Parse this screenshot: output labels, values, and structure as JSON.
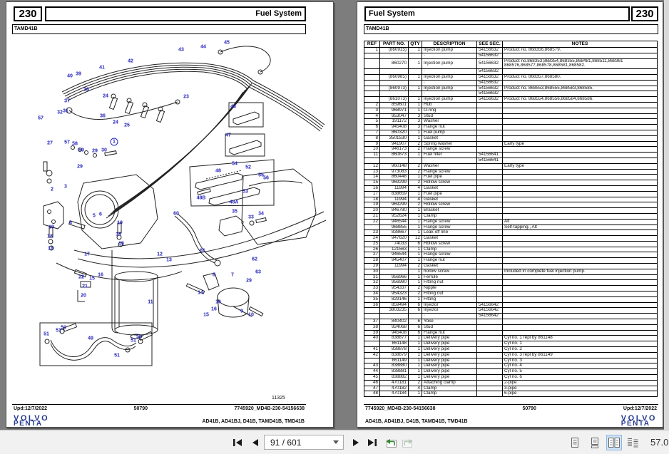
{
  "colors": {
    "canvas_bg": "#7d7d7d",
    "page_bg": "#ffffff",
    "toolbar_bg": "#f1f1f1",
    "link_blue": "#2424bd",
    "logo_blue": "#24388c",
    "active_view_bg": "#cfe4f8"
  },
  "left_page": {
    "page_number": "230",
    "section_title": "Fuel System",
    "model": "TAMD41B",
    "figure_number": "11325",
    "footer_left": "Upd:12/7/2022",
    "footer_center": "50790",
    "footer_right": "7745920_MD4B-230-54156638",
    "models_line": "AD41B, AD41BJ, D41B, TAMD41B, TMD41B",
    "logo_line1": "VOLVO",
    "logo_line2": "PENTA",
    "diagram_labels": [
      [
        "42",
        174,
        35
      ],
      [
        "41",
        134,
        44
      ],
      [
        "40",
        89,
        56
      ],
      [
        "39",
        101,
        53
      ],
      [
        "38",
        112,
        75
      ],
      [
        "37",
        85,
        91
      ],
      [
        "24",
        139,
        84
      ],
      [
        "36",
        135,
        112
      ],
      [
        "32",
        75,
        107
      ],
      [
        "31",
        83,
        105
      ],
      [
        "57",
        48,
        115
      ],
      [
        "24",
        153,
        121
      ],
      [
        "25",
        169,
        125
      ],
      [
        "27",
        61,
        150
      ],
      [
        "57",
        85,
        149
      ],
      [
        "58",
        96,
        151
      ],
      [
        "1",
        151,
        148,
        "circle"
      ],
      [
        "59",
        105,
        160
      ],
      [
        "29",
        124,
        161
      ],
      [
        "30",
        137,
        160
      ],
      [
        "29",
        103,
        183
      ],
      [
        "2",
        64,
        215
      ],
      [
        "3",
        83,
        211
      ],
      [
        "4",
        90,
        262
      ],
      [
        "5",
        123,
        252
      ],
      [
        "6",
        132,
        250
      ],
      [
        "19",
        63,
        268
      ],
      [
        "18",
        61,
        281
      ],
      [
        "18",
        62,
        298
      ],
      [
        "17",
        113,
        306
      ],
      [
        "19",
        159,
        262
      ],
      [
        "18",
        157,
        278
      ],
      [
        "18",
        161,
        291
      ],
      [
        "12",
        215,
        306
      ],
      [
        "22",
        105,
        338
      ],
      [
        "15",
        120,
        340
      ],
      [
        "16",
        132,
        335
      ],
      [
        "21",
        110,
        351
      ],
      [
        "20",
        108,
        364
      ],
      [
        "11",
        202,
        373
      ],
      [
        "51",
        56,
        418
      ],
      [
        "51",
        73,
        413
      ],
      [
        "50",
        80,
        409
      ],
      [
        "49",
        118,
        424
      ],
      [
        "50",
        186,
        422
      ],
      [
        "51",
        178,
        427
      ],
      [
        "51",
        155,
        448
      ],
      [
        "43",
        245,
        19
      ],
      [
        "44",
        276,
        15
      ],
      [
        "45",
        309,
        9
      ],
      [
        "23",
        252,
        85
      ],
      [
        "46",
        318,
        99
      ],
      [
        "47",
        311,
        139
      ],
      [
        "54",
        320,
        179
      ],
      [
        "52",
        339,
        184
      ],
      [
        "48",
        297,
        189
      ],
      [
        "55",
        357,
        195
      ],
      [
        "56",
        364,
        199
      ],
      [
        "53",
        335,
        218
      ],
      [
        "48B",
        273,
        227
      ],
      [
        "48A",
        319,
        233
      ],
      [
        "60",
        238,
        249
      ],
      [
        "35",
        320,
        246
      ],
      [
        "33",
        343,
        254
      ],
      [
        "34",
        357,
        249
      ],
      [
        "61",
        275,
        301
      ],
      [
        "13",
        228,
        314
      ],
      [
        "62",
        348,
        313
      ],
      [
        "63",
        353,
        331
      ],
      [
        "8",
        291,
        335
      ],
      [
        "7",
        317,
        335
      ],
      [
        "29",
        340,
        343
      ],
      [
        "14",
        272,
        360
      ],
      [
        "16",
        297,
        373
      ],
      [
        "16",
        291,
        383
      ],
      [
        "15",
        280,
        391
      ],
      [
        "9",
        330,
        386
      ],
      [
        "10",
        343,
        391
      ]
    ]
  },
  "right_page": {
    "page_number": "230",
    "section_title": "Fuel System",
    "model": "TAMD41B",
    "footer_left": "7745920_MD4B-230-54156638",
    "footer_center": "50790",
    "footer_right": "Upd:12/7/2022",
    "models_line": "AD41B, AD41BJ, D41B, TAMD41B, TMD41B",
    "logo_line1": "VOLVO",
    "logo_line2": "PENTA",
    "table": {
      "headers": [
        "REF",
        "PART NO.",
        "QTY",
        "DESCRIPTION",
        "SEE SEC.",
        "NOTES"
      ],
      "rows": [
        [
          "1",
          "(860915)",
          "1",
          "Injection pump",
          "54156632",
          "Product no. 868356,868579."
        ],
        [
          "",
          "",
          "",
          "·",
          "54156632",
          ""
        ],
        [
          "",
          "860270",
          "1",
          "Injection pump",
          "54156632",
          "Product no.868353,868354,868355,868481,868511,868361 868576,868577,868578,868581,868582."
        ],
        [
          "",
          "",
          "",
          "·",
          "54156632",
          ""
        ],
        [
          "",
          "(860985)",
          "1",
          "Injection pump",
          "54156632",
          "Product no. 868357,868580."
        ],
        [
          "",
          "",
          "",
          "·",
          "54156632",
          ""
        ],
        [
          "",
          "(860973)",
          "1",
          "Injection pump",
          "54156632",
          "Product no. 868553,868555,868583,868585."
        ],
        [
          "",
          "",
          "",
          "·",
          "54156632",
          ""
        ],
        [
          "",
          "(861073)",
          "1",
          "Injection pump",
          "54156632",
          "Product no. 868554,868556,868584,868586."
        ],
        [
          "2",
          "859601",
          "1",
          "Hub",
          "",
          ""
        ],
        [
          "3",
          "968971",
          "1",
          "O-ring",
          "",
          ""
        ],
        [
          "4",
          "953047",
          "3",
          "Stud",
          "",
          ""
        ],
        [
          "5",
          "191172",
          "3",
          "Washer",
          "",
          ""
        ],
        [
          "6",
          "945408",
          "3",
          "Flange nut",
          "",
          ""
        ],
        [
          "7",
          "860320",
          "1",
          "Fuel pump",
          "",
          ""
        ],
        [
          "8",
          "3501530",
          "1",
          "Gasket",
          "",
          ""
        ],
        [
          "9",
          "941907",
          "2",
          "Spring washer",
          "",
          "Early type"
        ],
        [
          "10",
          "946173",
          "2",
          "Flange screw",
          "",
          ""
        ],
        [
          "11",
          "860873",
          "1",
          "Fuel filter",
          "54156641",
          ""
        ],
        [
          "",
          "",
          "",
          "·",
          "54156641",
          ""
        ],
        [
          "12",
          "960148",
          "2",
          "Washer",
          "",
          "Early type"
        ],
        [
          "13",
          "973083",
          "2",
          "Flange screw",
          "",
          ""
        ],
        [
          "14",
          "860448",
          "1",
          "Fuel pipe",
          "",
          ""
        ],
        [
          "15",
          "969299",
          "2",
          "Hollow screw",
          "",
          ""
        ],
        [
          "16",
          "11994",
          "4",
          "Gasket",
          "",
          ""
        ],
        [
          "17",
          "838659",
          "1",
          "Fuel pipe",
          "",
          ""
        ],
        [
          "18",
          "11994",
          "4",
          "Gasket",
          "",
          ""
        ],
        [
          "19",
          "969299",
          "2",
          "Hollow screw",
          "",
          ""
        ],
        [
          "20",
          "846780",
          "1",
          "Bracket",
          "",
          ""
        ],
        [
          "21",
          "952624",
          "1",
          "Clamp",
          "",
          ""
        ],
        [
          "22",
          "946544",
          "1",
          "Flange screw",
          "",
          "Alt"
        ],
        [
          "",
          "968855",
          "1",
          "Flange screw",
          "",
          "Self-tapping., Alt"
        ],
        [
          "23",
          "838667",
          "1",
          "Leak-off line",
          "",
          ""
        ],
        [
          "24",
          "947620",
          "12",
          "Gasket",
          "",
          ""
        ],
        [
          "25",
          "74033",
          "6",
          "Hollow screw",
          "",
          ""
        ],
        [
          "26",
          "121563",
          "1",
          "Clamp",
          "",
          ""
        ],
        [
          "27",
          "946544",
          "1",
          "Flange screw",
          "",
          ""
        ],
        [
          "28",
          "945407",
          "1",
          "Flange nut",
          "",
          ""
        ],
        [
          "29",
          "11994",
          "2",
          "Gasket",
          "",
          ""
        ],
        [
          "30",
          "",
          "1",
          "hollow screw",
          "",
          "Included in complete fuel injection pump."
        ],
        [
          "31",
          "956966",
          "1",
          "Ferrule",
          "",
          ""
        ],
        [
          "32",
          "956980",
          "1",
          "Fitting nut",
          "",
          ""
        ],
        [
          "33",
          "954337",
          "2",
          "Nipple",
          "",
          ""
        ],
        [
          "34",
          "954323",
          "2",
          "Fitting nut",
          "",
          ""
        ],
        [
          "35",
          "829146",
          "1",
          "Fitting",
          "",
          ""
        ],
        [
          "36",
          "859494",
          "6",
          "Injector",
          "54156642",
          ""
        ],
        [
          "",
          "3803235",
          "6",
          "Injector",
          "54156642",
          ""
        ],
        [
          "",
          "",
          "",
          "·",
          "54156642",
          ""
        ],
        [
          "37",
          "840402",
          "6",
          "Yoke",
          "",
          ""
        ],
        [
          "38",
          "924068",
          "6",
          "Stud",
          "",
          ""
        ],
        [
          "39",
          "945408",
          "6",
          "Flange nut",
          "",
          ""
        ],
        [
          "40",
          "838877",
          "1",
          "Delivery pipe",
          "",
          "Cyl no. 1 repl by 861148"
        ],
        [
          "",
          "861148",
          "1",
          "Delivery pipe",
          "",
          "Cyl no. 1"
        ],
        [
          "41",
          "838878",
          "1",
          "Delivery pipe",
          "",
          "Cyl no. 2"
        ],
        [
          "42",
          "838879",
          "1",
          "Delivery pipe",
          "",
          "Cyl no. 3 repl by 861149"
        ],
        [
          "",
          "861149",
          "1",
          "Delivery pipe",
          "",
          "Cyl no. 3"
        ],
        [
          "43",
          "838880",
          "1",
          "Delivery pipe",
          "",
          "Cyl no. 4"
        ],
        [
          "44",
          "838881",
          "1",
          "Delivery pipe",
          "",
          "Cyl no. 5"
        ],
        [
          "45",
          "838882",
          "1",
          "Delivery pipe",
          "",
          "Cyl no. 6"
        ],
        [
          "46",
          "470181",
          "2",
          "Attaching clamp",
          "",
          "2-pipe"
        ],
        [
          "47",
          "470182",
          "4",
          "Clamp",
          "",
          "3-pipe"
        ],
        [
          "48",
          "470184",
          "1",
          "Clamp",
          "",
          "6-pipe"
        ]
      ]
    }
  },
  "toolbar": {
    "page_field": "91 / 601",
    "zoom_value": "57.0"
  }
}
